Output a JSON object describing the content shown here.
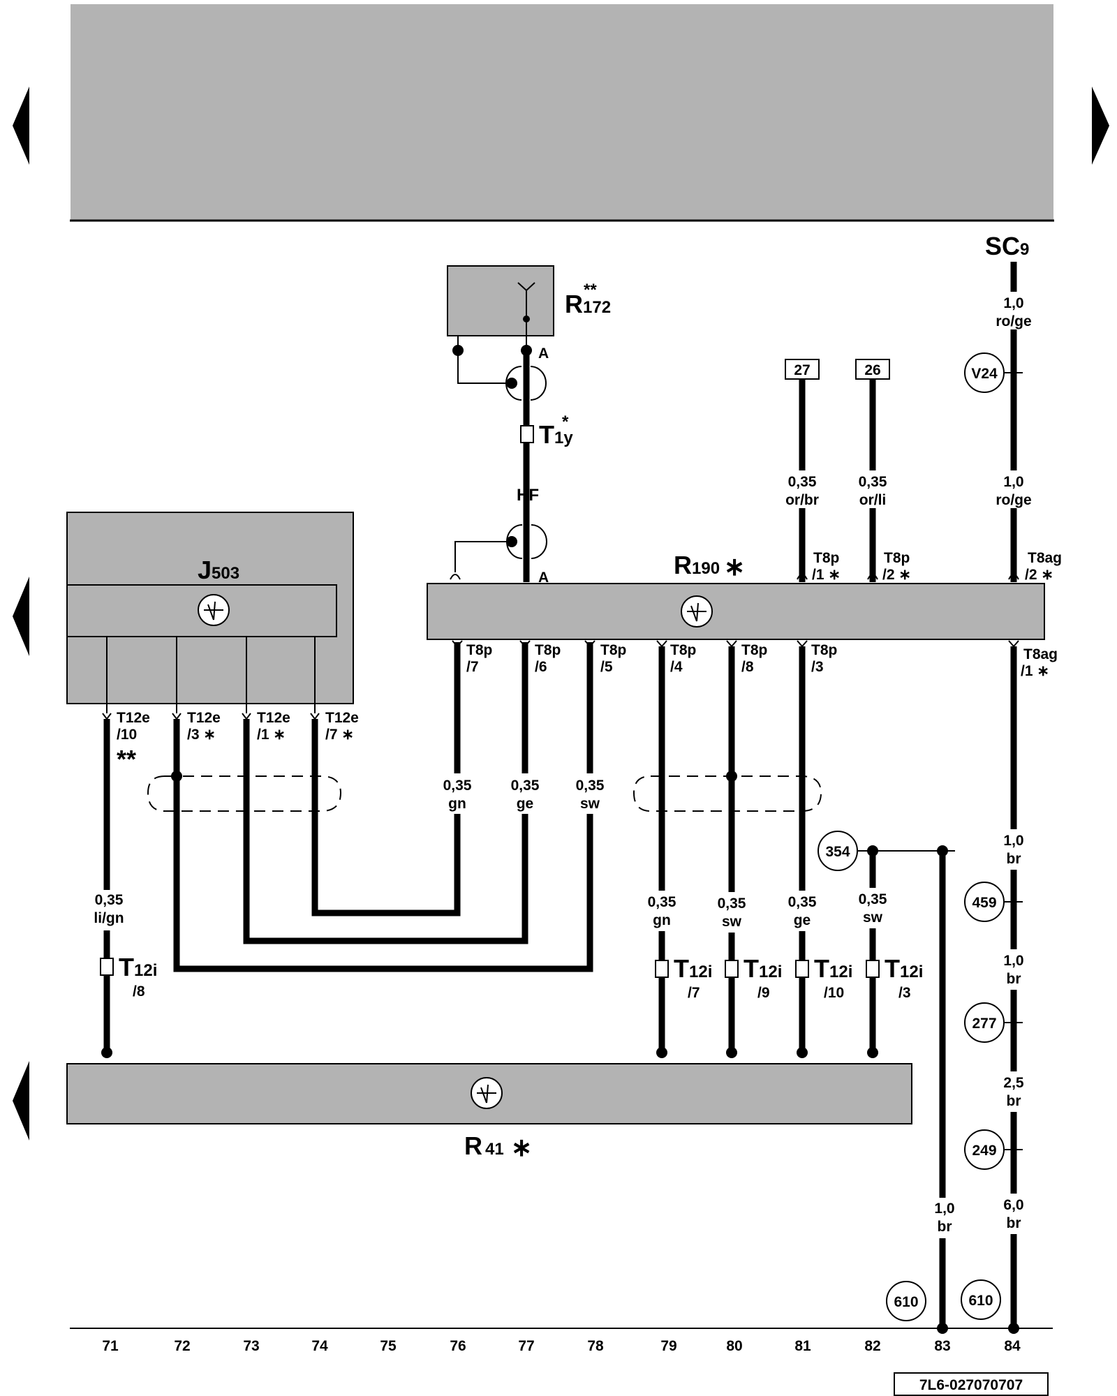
{
  "components": {
    "R172": {
      "letter": "R",
      "sub": "172",
      "mark": "**"
    },
    "R190": {
      "letter": "R",
      "sub": "190",
      "mark": "∗"
    },
    "J503": {
      "letter": "J",
      "sub": "503"
    },
    "R41": {
      "letter": "R",
      "sub": "41",
      "mark": "∗"
    },
    "SC9": {
      "letter": "SC",
      "sub": "9"
    },
    "T1y": {
      "letter": "T",
      "sub": "1y",
      "mark": "*"
    }
  },
  "refs": {
    "box27": "27",
    "box26": "26",
    "v24": "V24",
    "c354": "354",
    "c459": "459",
    "c277": "277",
    "c249": "249",
    "c610a": "610",
    "c610b": "610"
  },
  "pin_labels": {
    "r172_a": "A",
    "r190_a": "A",
    "hf": "HF",
    "t8p1": [
      "T8p",
      "/1 ∗"
    ],
    "t8p2": [
      "T8p",
      "/2 ∗"
    ],
    "t8ag2": [
      "T8ag",
      "/2 ∗"
    ],
    "t8p7": [
      "T8p",
      "/7"
    ],
    "t8p6": [
      "T8p",
      "/6"
    ],
    "t8p5": [
      "T8p",
      "/5"
    ],
    "t8p4": [
      "T8p",
      "/4"
    ],
    "t8p8": [
      "T8p",
      "/8"
    ],
    "t8p3": [
      "T8p",
      "/3"
    ],
    "t8ag1": [
      "T8ag",
      "/1 ∗"
    ],
    "t12e10": [
      "T12e",
      "/10",
      "**"
    ],
    "t12e3": [
      "T12e",
      "/3 ∗"
    ],
    "t12e1": [
      "T12e",
      "/1 ∗"
    ],
    "t12e7": [
      "T12e",
      "/7 ∗"
    ],
    "t12i": "T",
    "t12i_sub": "12i",
    "t12i8": "/8",
    "t12i7": "/7",
    "t12i9": "/9",
    "t12i10": "/10",
    "t12i3": "/3"
  },
  "wires": {
    "sc9_top": [
      "1,0",
      "ro/ge"
    ],
    "sc9_bot": [
      "1,0",
      "ro/ge"
    ],
    "w81_top": [
      "0,35",
      "or/br"
    ],
    "w82_top": [
      "0,35",
      "or/li"
    ],
    "w76": [
      "0,35",
      "gn"
    ],
    "w77": [
      "0,35",
      "ge"
    ],
    "w78": [
      "0,35",
      "sw"
    ],
    "w71": [
      "0,35",
      "li/gn"
    ],
    "w79": [
      "0,35",
      "gn"
    ],
    "w80": [
      "0,35",
      "sw"
    ],
    "w81": [
      "0,35",
      "ge"
    ],
    "w82": [
      "0,35",
      "sw"
    ],
    "w84a": [
      "1,0",
      "br"
    ],
    "w84b": [
      "1,0",
      "br"
    ],
    "w84c": [
      "2,5",
      "br"
    ],
    "w84d": [
      "6,0",
      "br"
    ],
    "w83": [
      "1,0",
      "br"
    ]
  },
  "tracks": [
    "71",
    "72",
    "73",
    "74",
    "75",
    "76",
    "77",
    "78",
    "79",
    "80",
    "81",
    "82",
    "83",
    "84"
  ],
  "doc_id": "7L6-027070707"
}
